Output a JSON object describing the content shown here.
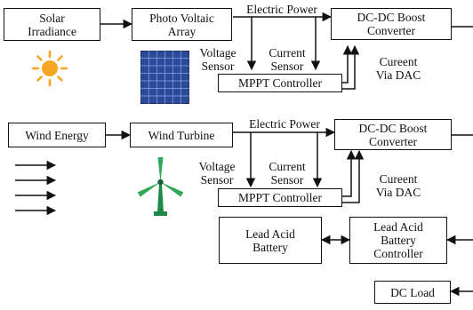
{
  "solar_branch": {
    "source": "Solar\nIrradiance",
    "array": "Photo Voltaic\nArray",
    "power_label": "Electric Power",
    "converter": "DC-DC Boost\nConverter",
    "voltage_sensor": "Voltage\nSensor",
    "current_sensor": "Current\nSensor",
    "mppt": "MPPT Controller",
    "dac": "Cureent\nVia DAC"
  },
  "wind_branch": {
    "source": "Wind Energy",
    "turbine": "Wind Turbine",
    "power_label": "Electric Power",
    "converter": "DC-DC Boost\nConverter",
    "voltage_sensor": "Voltage\nSensor",
    "current_sensor": "Current\nSensor",
    "mppt": "MPPT Controller",
    "dac": "Cureent\nVia DAC"
  },
  "storage": {
    "battery": "Lead Acid\nBattery",
    "battery_controller": "Lead Acid\nBattery\nController",
    "load": "DC Load"
  },
  "colors": {
    "line": "#111111",
    "sun": "#f5a623",
    "panel": "#2c4a9a",
    "turbine": "#1e8a4a"
  },
  "icons": [
    "sun-icon",
    "solar-panel-icon",
    "wind-arrows-icon",
    "wind-turbine-icon"
  ]
}
